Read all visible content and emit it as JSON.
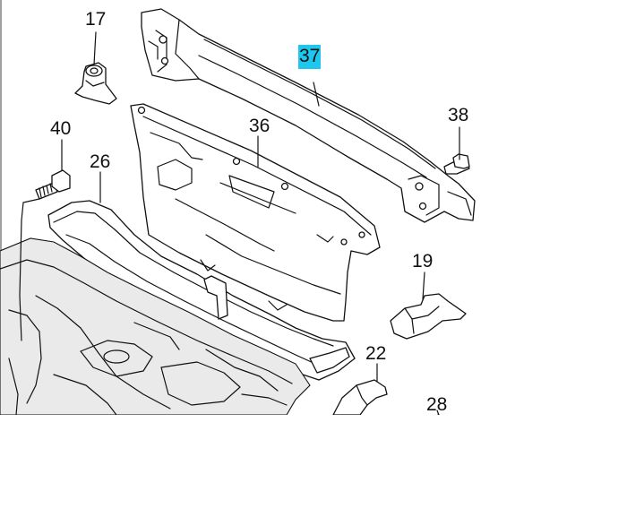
{
  "diagram": {
    "callouts": [
      {
        "id": "c17",
        "text": "17"
      },
      {
        "id": "c37",
        "text": "37",
        "highlighted": true,
        "highlight_color": "#1fc6ee"
      },
      {
        "id": "c38",
        "text": "38"
      },
      {
        "id": "c36",
        "text": "36"
      },
      {
        "id": "c40",
        "text": "40"
      },
      {
        "id": "c26",
        "text": "26"
      },
      {
        "id": "c19",
        "text": "19"
      },
      {
        "id": "c22",
        "text": "22"
      },
      {
        "id": "c28",
        "text": "28"
      }
    ]
  }
}
